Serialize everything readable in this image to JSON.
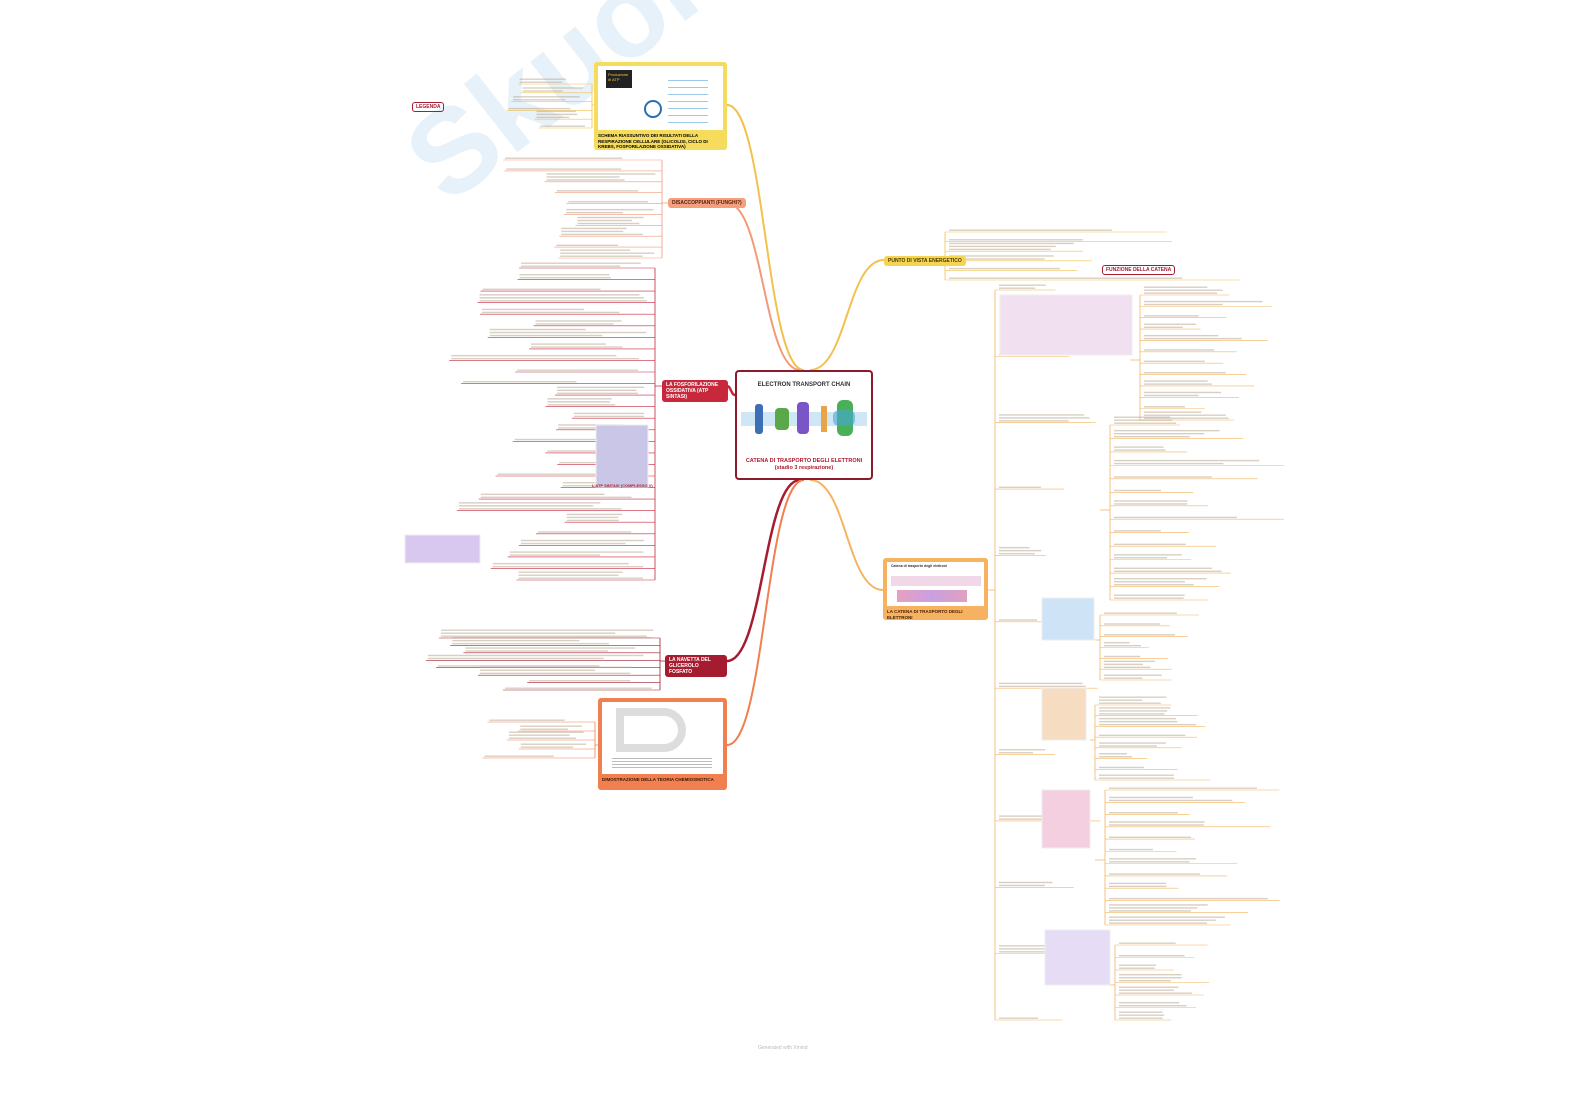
{
  "center": {
    "title": "ELECTRON TRANSPORT CHAIN",
    "subtitle": "CATENA DI TRASPORTO DEGLI ELETTRONI (stadio 3 respirazione)"
  },
  "branches": {
    "summary": {
      "caption": "SCHEMA RIASSUNTIVO DEI RISULTATI DELLA RESPIRAZIONE CELLULARE (GLICOLISI, CICLO DI KREBS, FOSFORILAZIONE OSSIDATIVA)",
      "image_label": "Produzione di ATP",
      "legend": "LEGENDA"
    },
    "uncouplers": {
      "label": "DISACCOPPIANTI (FUNGHI?)"
    },
    "oxphos": {
      "label": "LA FOSFORILAZIONE OSSIDATIVA (ATP SINTASI)",
      "sub_label": "L'ATP SINTASI (COMPLESSO V)"
    },
    "shuttle": {
      "label": "LA NAVETTA DEL GLICEROLO FOSFATO"
    },
    "chemiosmotic": {
      "caption": "DIMOSTRAZIONE DELLA TEORIA CHEMIOSMOTICA"
    },
    "energy": {
      "label": "PUNTO DI VISTA ENERGETICO",
      "note": "FUNZIONE DELLA CATENA"
    },
    "etc": {
      "caption": "LA CATENA DI TRASPORTO DEGLI ELETTRONI",
      "image_label": "Catena di trasporto degli elettroni"
    }
  },
  "footer": "Generated with Xmind",
  "watermark": "Skuola.net",
  "colors": {
    "yellow": "#f2c14e",
    "salmon": "#f29a7a",
    "red": "#c8283c",
    "darkred": "#a51c30",
    "orange": "#f08050",
    "amber": "#f5b461"
  }
}
